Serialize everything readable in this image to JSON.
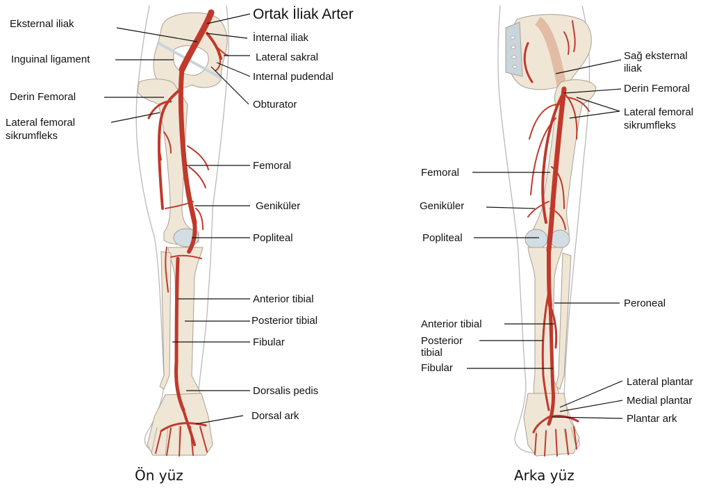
{
  "anterior": {
    "view_label": "Ön yüz",
    "labels": {
      "common_iliac": "Ortak İliak Arter",
      "external_iliac": "Eksternal iliak",
      "internal_iliac": "İnternal iliak",
      "lateral_sacral": "Lateral sakral",
      "inguinal_ligament": "Inguinal ligament",
      "internal_pudendal": "Internal pudendal",
      "deep_femoral": "Derin Femoral",
      "obturator": "Obturator",
      "lateral_femoral_circumflex_1": "Lateral femoral",
      "lateral_femoral_circumflex_2": "sikrumfleks",
      "femoral": "Femoral",
      "genicular": "Geniküler",
      "popliteal": "Popliteal",
      "anterior_tibial": "Anterior tibial",
      "posterior_tibial": "Posterior tibial",
      "fibular": "Fibular",
      "dorsalis_pedis": "Dorsalis pedis",
      "dorsal_arch": "Dorsal ark"
    }
  },
  "posterior": {
    "view_label": "Arka yüz",
    "labels": {
      "right_external_iliac_1": "Sağ eksternal",
      "right_external_iliac_2": "iliak",
      "deep_femoral": "Derin Femoral",
      "lateral_femoral_circumflex_1": "Lateral femoral",
      "lateral_femoral_circumflex_2": "sikrumfleks",
      "femoral": "Femoral",
      "genicular": "Geniküler",
      "popliteal": "Popliteal",
      "peroneal": "Peroneal",
      "anterior_tibial": "Anterior tibial",
      "posterior_tibial_1": "Posterior",
      "posterior_tibial_2": "tibial",
      "fibular": "Fibular",
      "lateral_plantar": "Lateral plantar",
      "medial_plantar": "Medial plantar",
      "plantar_arch": "Plantar ark"
    }
  },
  "colors": {
    "artery": "#c0392b",
    "bone": "#efe6d6",
    "bone_outline": "#a89f93",
    "skin_outline": "#b9b9b9",
    "cartilage": "#c9d4db",
    "leader_line": "#111111"
  }
}
